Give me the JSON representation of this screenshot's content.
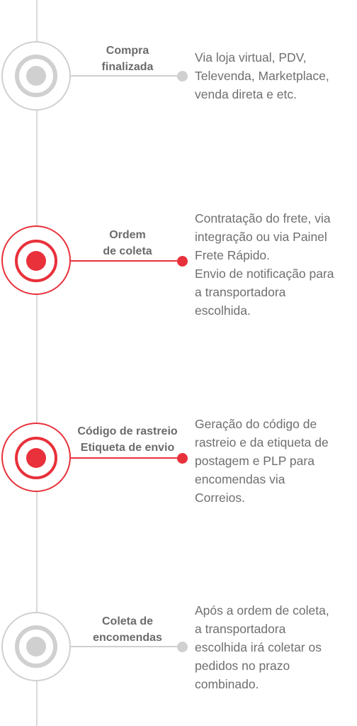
{
  "steps": [
    {
      "title_lines": [
        "Compra",
        "finalizada"
      ],
      "desc_lines": [
        "Via loja virtual, PDV,",
        "Televenda, Marketplace,",
        "venda direta e etc."
      ],
      "active": false
    },
    {
      "title_lines": [
        "Ordem",
        "de coleta"
      ],
      "desc_lines": [
        "Contratação do frete, via",
        "integração ou via Painel",
        "Frete Rápido.",
        "Envio de notificação para",
        "a transportadora",
        "escolhida."
      ],
      "active": true
    },
    {
      "title_lines": [
        "Código de rastreio",
        "Etiqueta de envio"
      ],
      "desc_lines": [
        "Geração do código de",
        "rastreio e da etiqueta de",
        "postagem e PLP para",
        "encomendas via",
        "Correios."
      ],
      "active": true
    },
    {
      "title_lines": [
        "Coleta de",
        "encomendas"
      ],
      "desc_lines": [
        "Após a ordem de coleta,",
        "a transportadora",
        "escolhida irá coletar os",
        "pedidos no prazo",
        "combinado."
      ],
      "active": false
    }
  ],
  "colors": {
    "active": "#e8313b",
    "inactive": "#d0d0d0",
    "text": "#6b6b6b"
  }
}
